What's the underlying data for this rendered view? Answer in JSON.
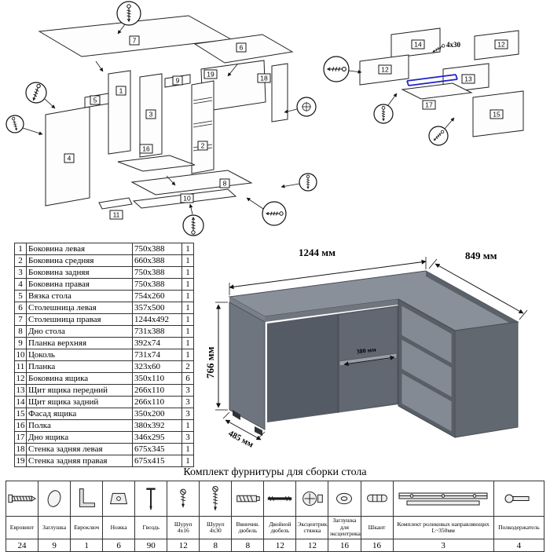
{
  "page": {
    "hardware_title": "Комплект фурнитуры для сборки стола"
  },
  "parts": {
    "rows": [
      {
        "num": "1",
        "name": "Боковина левая",
        "size": "750x388",
        "qty": "1"
      },
      {
        "num": "2",
        "name": "Боковина средняя",
        "size": "660x388",
        "qty": "1"
      },
      {
        "num": "3",
        "name": "Боковина задняя",
        "size": "750x388",
        "qty": "1"
      },
      {
        "num": "4",
        "name": "Боковина правая",
        "size": "750x388",
        "qty": "1"
      },
      {
        "num": "5",
        "name": "Вязка стола",
        "size": "754x260",
        "qty": "1"
      },
      {
        "num": "6",
        "name": "Столешница левая",
        "size": "357x500",
        "qty": "1"
      },
      {
        "num": "7",
        "name": "Столешница правая",
        "size": "1244x492",
        "qty": "1"
      },
      {
        "num": "8",
        "name": "Дно стола",
        "size": "731x388",
        "qty": "1"
      },
      {
        "num": "9",
        "name": "Планка верхняя",
        "size": "392x74",
        "qty": "1"
      },
      {
        "num": "10",
        "name": "Цоколь",
        "size": "731x74",
        "qty": "1"
      },
      {
        "num": "11",
        "name": "Планка",
        "size": "323x60",
        "qty": "2"
      },
      {
        "num": "12",
        "name": "Боковина ящика",
        "size": "350x110",
        "qty": "6"
      },
      {
        "num": "13",
        "name": "Щит ящика передний",
        "size": "266x110",
        "qty": "3"
      },
      {
        "num": "14",
        "name": "Щит ящика задний",
        "size": "266x110",
        "qty": "3"
      },
      {
        "num": "15",
        "name": "Фасад ящика",
        "size": "350x200",
        "qty": "3"
      },
      {
        "num": "16",
        "name": "Полка",
        "size": "380x392",
        "qty": "1"
      },
      {
        "num": "17",
        "name": "Дно ящика",
        "size": "346x295",
        "qty": "3"
      },
      {
        "num": "18",
        "name": "Стенка задняя левая",
        "size": "675x345",
        "qty": "1"
      },
      {
        "num": "19",
        "name": "Стенка задняя правая",
        "size": "675x415",
        "qty": "1"
      }
    ]
  },
  "desk": {
    "dims": {
      "width": "1244 мм",
      "depth": "849 мм",
      "height": "766 мм",
      "left_depth": "485 мм",
      "shelf_depth": "380 мм"
    },
    "color": "#8a9099"
  },
  "diagram_left": {
    "labels": {
      "p1": "1",
      "p2": "2",
      "p3": "3",
      "p4": "4",
      "p5": "5",
      "p6": "6",
      "p7": "7",
      "p8": "8",
      "p9": "9",
      "p10": "10",
      "p11": "11",
      "p16": "16",
      "p18": "18",
      "p19": "19"
    }
  },
  "diagram_right": {
    "labels": {
      "p12a": "12",
      "p12b": "12",
      "p13": "13",
      "p14": "14",
      "p15": "15",
      "p17": "17"
    },
    "screw_note": "4x30"
  },
  "hardware": {
    "items": [
      {
        "name": "Евровинт",
        "qty": "24",
        "icon": "euroscrew-icon"
      },
      {
        "name": "Заглушка",
        "qty": "9",
        "icon": "cap-icon"
      },
      {
        "name": "Евроключ",
        "qty": "1",
        "icon": "hexkey-icon"
      },
      {
        "name": "Ножка",
        "qty": "6",
        "icon": "foot-icon"
      },
      {
        "name": "Гвоздь",
        "qty": "90",
        "icon": "nail-icon"
      },
      {
        "name": "Шуруп 4x16",
        "qty": "12",
        "icon": "screw-4x16-icon"
      },
      {
        "name": "Шуруп 4x30",
        "qty": "8",
        "icon": "screw-4x30-icon"
      },
      {
        "name": "Ввинчив. дюбель",
        "qty": "8",
        "icon": "screw-dowel-icon"
      },
      {
        "name": "Двойной дюбель",
        "qty": "12",
        "icon": "double-dowel-icon"
      },
      {
        "name": "Эксцентрик. стяжка",
        "qty": "12",
        "icon": "cam-lock-icon"
      },
      {
        "name": "Заглушка для эксцентрика",
        "qty": "16",
        "icon": "cam-cap-icon"
      },
      {
        "name": "Шкант",
        "qty": "16",
        "icon": "wood-dowel-icon"
      },
      {
        "name": "Комплект роликовых направляющих L~350мм",
        "qty": "3",
        "icon": "drawer-slide-icon"
      },
      {
        "name": "Полкодержатель",
        "qty": "4",
        "icon": "shelf-pin-icon"
      }
    ]
  }
}
